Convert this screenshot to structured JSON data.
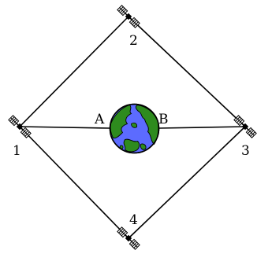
{
  "diagram": {
    "satellites": [
      {
        "label": "1",
        "icon": "satellite-icon"
      },
      {
        "label": "2",
        "icon": "satellite-icon"
      },
      {
        "label": "3",
        "icon": "satellite-icon"
      },
      {
        "label": "4",
        "icon": "satellite-icon"
      }
    ],
    "earth": {
      "icon": "globe-icon",
      "ocean_color": "#5c6bff",
      "land_color": "#2e8b1e"
    },
    "endpoints": {
      "left": "A",
      "right": "B"
    },
    "line_color": "#000000"
  }
}
